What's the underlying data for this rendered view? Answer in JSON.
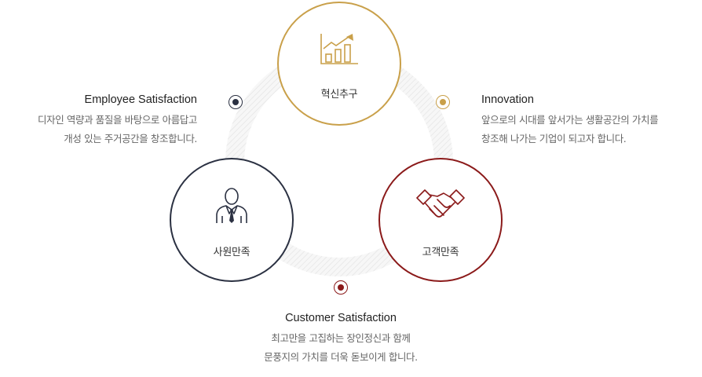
{
  "colors": {
    "gold": "#c9a04a",
    "navy": "#2b3142",
    "maroon": "#8b1a1a",
    "ring": "#e6e6e6"
  },
  "nodes": {
    "innovation": {
      "label": "혁신추구",
      "icon": "growth-chart-icon"
    },
    "employee": {
      "label": "사원만족",
      "icon": "person-in-suit-icon"
    },
    "customer": {
      "label": "고객만족",
      "icon": "handshake-icon"
    }
  },
  "descriptions": {
    "employee": {
      "title": "Employee Satisfaction",
      "lines": [
        "디자인 역량과 품질을 바탕으로 아름답고",
        "개성 있는 주거공간을 창조합니다."
      ]
    },
    "innovation": {
      "title": "Innovation",
      "lines": [
        "앞으로의 시대를 앞서가는 생활공간의 가치를",
        "창조해 나가는 기업이 되고자 합니다."
      ]
    },
    "customer": {
      "title": "Customer Satisfaction",
      "lines": [
        "최고만을 고집하는 장인정신과 함께",
        "문풍지의 가치를 더욱 돋보이게 합니다."
      ]
    }
  }
}
